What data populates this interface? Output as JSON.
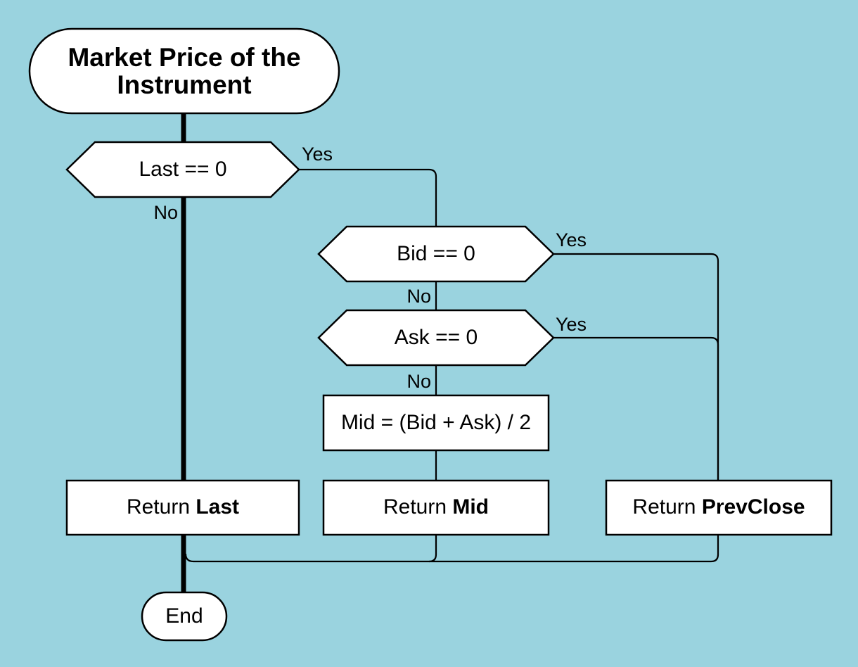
{
  "diagram": {
    "title": "Market Price of the Instrument",
    "colors": {
      "background": "#9AD3DF",
      "shape_fill": "#FFFFFF",
      "line": "#000000",
      "text": "#000000"
    },
    "nodes": {
      "start": {
        "type": "terminator",
        "label": "Market Price of the Instrument"
      },
      "last_check": {
        "type": "decision",
        "label": "Last == 0"
      },
      "bid_check": {
        "type": "decision",
        "label": "Bid == 0"
      },
      "ask_check": {
        "type": "decision",
        "label": "Ask == 0"
      },
      "mid_calc": {
        "type": "process",
        "label": "Mid = (Bid + Ask) / 2"
      },
      "return_last": {
        "type": "process",
        "prefix": "Return ",
        "bold": "Last"
      },
      "return_mid": {
        "type": "process",
        "prefix": "Return ",
        "bold": "Mid"
      },
      "return_prevclose": {
        "type": "process",
        "prefix": "Return ",
        "bold": "PrevClose"
      },
      "end": {
        "type": "terminator",
        "label": "End"
      }
    },
    "edge_labels": {
      "last_yes": "Yes",
      "last_no": "No",
      "bid_yes": "Yes",
      "bid_no": "No",
      "ask_yes": "Yes",
      "ask_no": "No"
    }
  }
}
